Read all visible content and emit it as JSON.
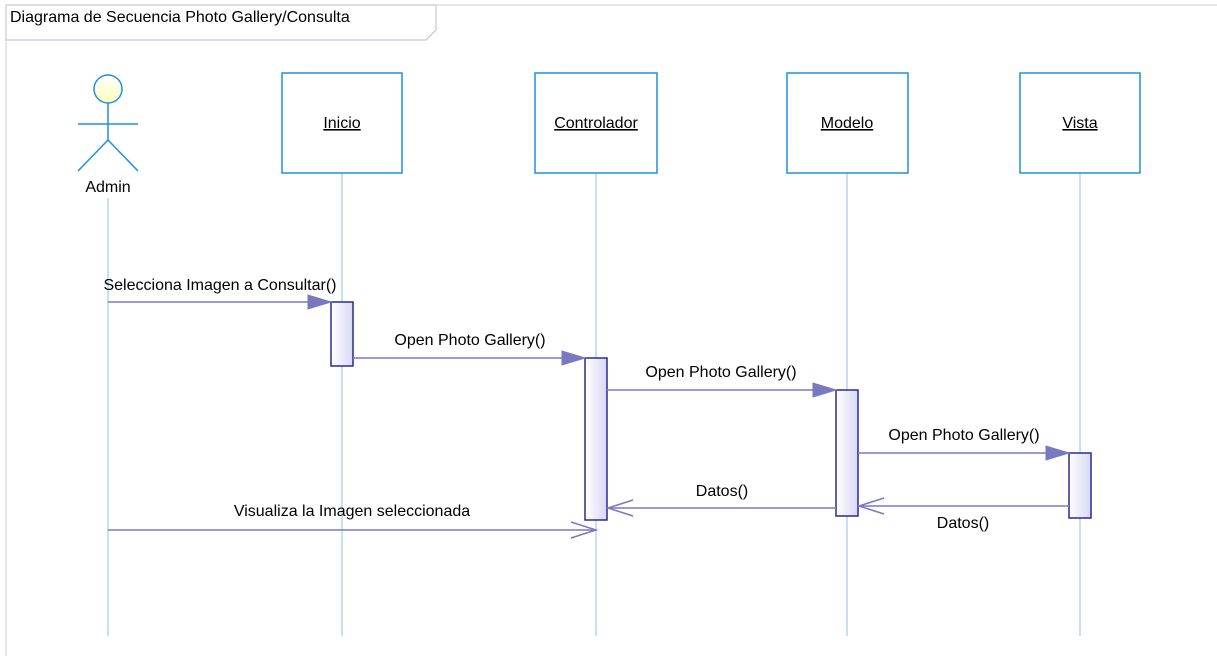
{
  "diagram": {
    "title": "Diagrama de Secuencia Photo Gallery/Consulta",
    "actor": {
      "name": "Admin",
      "icon": "stick-figure-actor-icon"
    },
    "participants": [
      {
        "id": "inicio",
        "label": "Inicio"
      },
      {
        "id": "controlador",
        "label": "Controlador"
      },
      {
        "id": "modelo",
        "label": "Modelo"
      },
      {
        "id": "vista",
        "label": "Vista"
      }
    ],
    "messages": [
      {
        "id": "m1",
        "from": "admin",
        "to": "inicio",
        "label": "Selecciona Imagen a Consultar()",
        "kind": "call"
      },
      {
        "id": "m2",
        "from": "inicio",
        "to": "controlador",
        "label": "Open Photo Gallery()",
        "kind": "call"
      },
      {
        "id": "m3",
        "from": "controlador",
        "to": "modelo",
        "label": "Open Photo Gallery()",
        "kind": "call"
      },
      {
        "id": "m4",
        "from": "modelo",
        "to": "vista",
        "label": "Open Photo Gallery()",
        "kind": "call"
      },
      {
        "id": "m5",
        "from": "vista",
        "to": "modelo",
        "label": "Datos()",
        "kind": "return"
      },
      {
        "id": "m6",
        "from": "modelo",
        "to": "controlador",
        "label": "Datos()",
        "kind": "return"
      },
      {
        "id": "m7",
        "from": "admin",
        "to": "controlador",
        "label": "Visualiza la Imagen seleccionada",
        "kind": "return"
      }
    ],
    "colors": {
      "object_border": "#1e90e0",
      "lifeline": "#8fc3ea",
      "message_line": "#7a78c0",
      "activation_border": "#2a2a90",
      "actor_head_fill": "#ffffcc"
    }
  }
}
